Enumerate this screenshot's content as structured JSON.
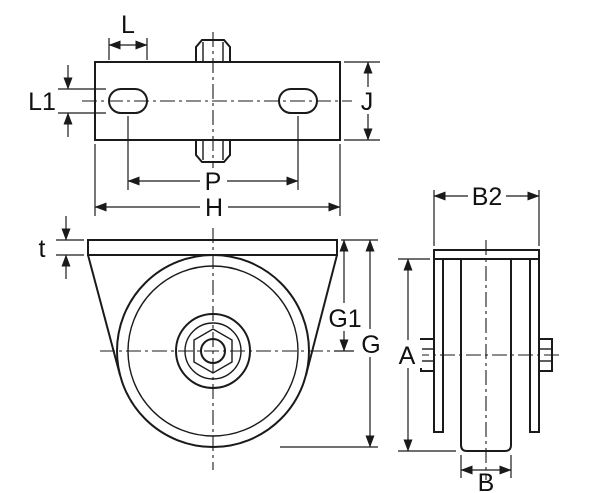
{
  "drawing": {
    "kind": "technical dimension drawing of a flanged caster wheel bracket",
    "views": {
      "top_view_dims": [
        "L",
        "L1",
        "J",
        "P",
        "H"
      ],
      "front_view_dims": [
        "t",
        "G1",
        "G"
      ],
      "side_view_dims": [
        "B2",
        "A",
        "B"
      ]
    }
  },
  "dimensions": {
    "L": "L",
    "L1": "L1",
    "J": "J",
    "P": "P",
    "H": "H",
    "t": "t",
    "G1": "G1",
    "G": "G",
    "B2": "B2",
    "A": "A",
    "B": "B"
  },
  "colors": {
    "line": "#1a1a1a",
    "label": "#111111",
    "background": "#ffffff"
  }
}
